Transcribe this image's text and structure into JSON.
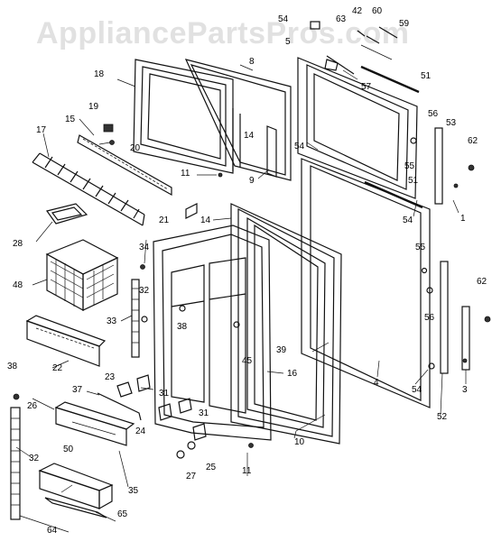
{
  "diagram": {
    "watermark": "AppliancePartsPros.com",
    "callouts": [
      {
        "id": "c54a",
        "text": "54"
      },
      {
        "id": "c63",
        "text": "63"
      },
      {
        "id": "c42",
        "text": "42"
      },
      {
        "id": "c60",
        "text": "60"
      },
      {
        "id": "c59",
        "text": "59"
      },
      {
        "id": "c5",
        "text": "5"
      },
      {
        "id": "c8",
        "text": "8"
      },
      {
        "id": "c18",
        "text": "18"
      },
      {
        "id": "c57",
        "text": "57"
      },
      {
        "id": "c51a",
        "text": "51"
      },
      {
        "id": "c19",
        "text": "19"
      },
      {
        "id": "c15",
        "text": "15"
      },
      {
        "id": "c56a",
        "text": "56"
      },
      {
        "id": "c53",
        "text": "53"
      },
      {
        "id": "c17",
        "text": "17"
      },
      {
        "id": "c20",
        "text": "20"
      },
      {
        "id": "c14a",
        "text": "14"
      },
      {
        "id": "c62a",
        "text": "62"
      },
      {
        "id": "c55a",
        "text": "55"
      },
      {
        "id": "c54b",
        "text": "54"
      },
      {
        "id": "c11a",
        "text": "11"
      },
      {
        "id": "c9",
        "text": "9"
      },
      {
        "id": "c51b",
        "text": "51"
      },
      {
        "id": "c21",
        "text": "21"
      },
      {
        "id": "c14b",
        "text": "14"
      },
      {
        "id": "c54c",
        "text": "54"
      },
      {
        "id": "c1",
        "text": "1"
      },
      {
        "id": "c28",
        "text": "28"
      },
      {
        "id": "c34",
        "text": "34"
      },
      {
        "id": "c55b",
        "text": "55"
      },
      {
        "id": "c48",
        "text": "48"
      },
      {
        "id": "c32a",
        "text": "32"
      },
      {
        "id": "c62b",
        "text": "62"
      },
      {
        "id": "c56b",
        "text": "56"
      },
      {
        "id": "c33",
        "text": "33"
      },
      {
        "id": "c38a",
        "text": "38"
      },
      {
        "id": "c39",
        "text": "39"
      },
      {
        "id": "c22",
        "text": "22"
      },
      {
        "id": "c45",
        "text": "45"
      },
      {
        "id": "c16",
        "text": "16"
      },
      {
        "id": "c38b",
        "text": "38"
      },
      {
        "id": "c23",
        "text": "23"
      },
      {
        "id": "c4",
        "text": "4"
      },
      {
        "id": "c54d",
        "text": "54"
      },
      {
        "id": "c3",
        "text": "3"
      },
      {
        "id": "c37",
        "text": "37"
      },
      {
        "id": "c31a",
        "text": "31"
      },
      {
        "id": "c26",
        "text": "26"
      },
      {
        "id": "c52",
        "text": "52"
      },
      {
        "id": "c24",
        "text": "24"
      },
      {
        "id": "c31b",
        "text": "31"
      },
      {
        "id": "c32b",
        "text": "32"
      },
      {
        "id": "c10",
        "text": "10"
      },
      {
        "id": "c50",
        "text": "50"
      },
      {
        "id": "c27",
        "text": "27"
      },
      {
        "id": "c25",
        "text": "25"
      },
      {
        "id": "c11b",
        "text": "11"
      },
      {
        "id": "c35",
        "text": "35"
      },
      {
        "id": "c65",
        "text": "65"
      },
      {
        "id": "c64",
        "text": "64"
      }
    ]
  }
}
